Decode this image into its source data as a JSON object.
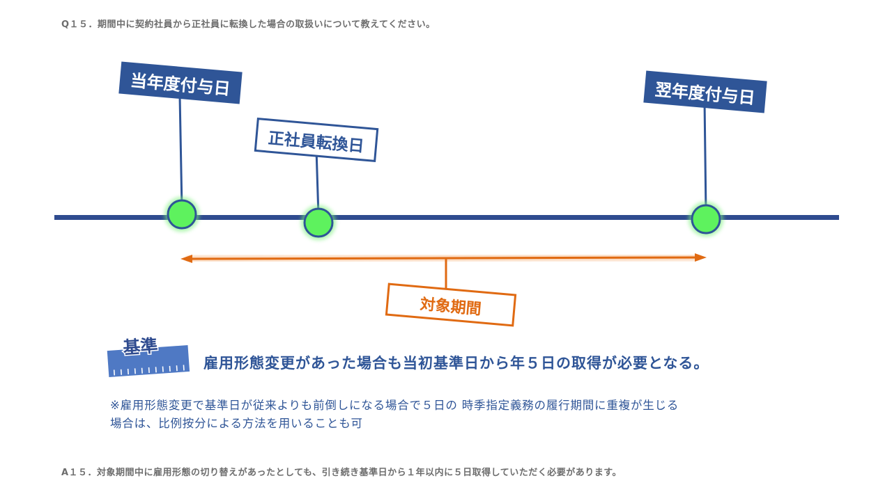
{
  "question": "Q１５．期間中に契約社員から正社員に転換した場合の取扱いについて教えてください。",
  "answer": "A１５．対象期間中に雇用形態の切り替えがあったとしても、引き続き基準日から１年以内に５日取得していただく必要があります。",
  "markers": {
    "current_year_grant": "当年度付与日",
    "conversion_date": "正社員転換日",
    "next_year_grant": "翌年度付与日"
  },
  "period_label": "対象期間",
  "criterion_badge": "基準",
  "main_message": "雇用形態変更があった場合も当初基準日から年５日の取得が必要となる。",
  "note_lines": [
    "※雇用形態変更で基準日が従来よりも前倒しになる場合で５日の 時季指定義務の履行期間に重複が生じる",
    "場合は、比例按分による方法を用いることも可"
  ],
  "colors": {
    "navy": "#2f5597",
    "marker_fill": "#5ef25e",
    "orange": "#e06a12"
  }
}
